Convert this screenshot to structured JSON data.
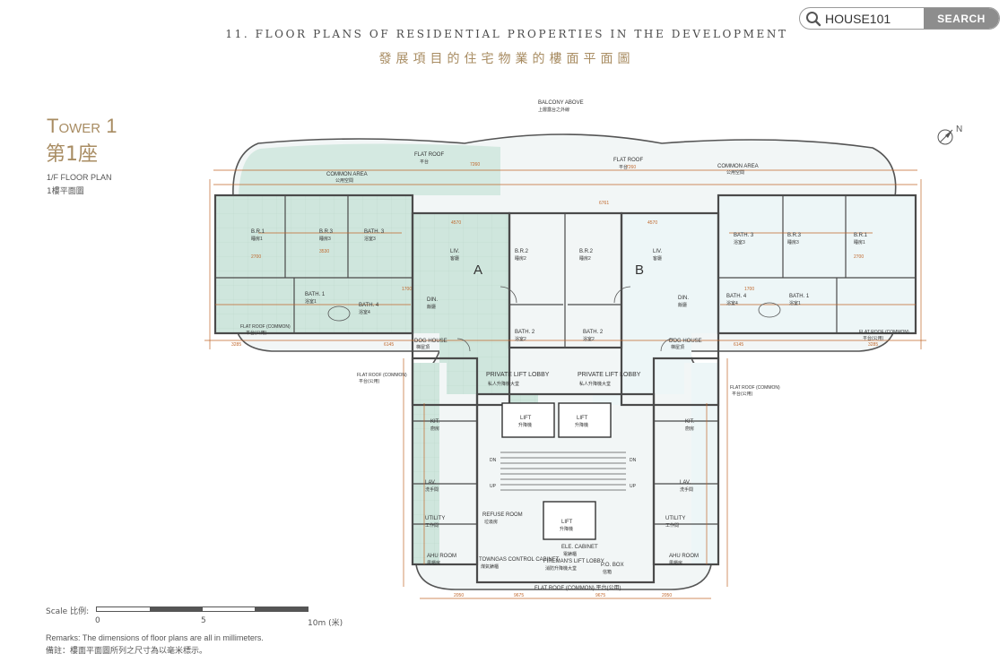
{
  "search": {
    "value": "HOUSE101",
    "button_label": "SEARCH"
  },
  "header": {
    "title_en": "11. FLOOR PLANS OF RESIDENTIAL PROPERTIES IN THE DEVELOPMENT",
    "title_zh": "發展項目的住宅物業的樓面平面圖"
  },
  "tower": {
    "name_en": "Tower 1",
    "name_zh": "第1座",
    "plan_en": "1/F FLOOR PLAN",
    "plan_zh": "1樓平面圖"
  },
  "scale": {
    "label": "Scale 比例:",
    "ticks": [
      "0",
      "5",
      "10m (米)"
    ]
  },
  "remarks": {
    "en": "Remarks: The dimensions of floor plans are all in millimeters.",
    "zh": "備註：樓面平面圖所列之尺寸為以毫米標示。"
  },
  "north_label": "N",
  "plan_labels": {
    "balcony_above": "BALCONY ABOVE",
    "balcony_above_zh": "上層露台之外線",
    "flat_roof": "FLAT ROOF",
    "flat_roof_zh": "平台",
    "common_area": "COMMON AREA",
    "common_area_zh": "公用空間",
    "flat_roof_common": "FLAT ROOF (COMMON)",
    "flat_roof_common_zh": "平台(公用)",
    "unit_a": "A",
    "unit_b": "B",
    "liv": "LIV.",
    "liv_zh": "客廳",
    "din": "DIN.",
    "din_zh": "飯廳",
    "br1": "B.R.1",
    "br1_zh": "睡房1",
    "br2": "B.R.2",
    "br2_zh": "睡房2",
    "br3": "B.R.3",
    "br3_zh": "睡房3",
    "bath1": "BATH. 1",
    "bath1_zh": "浴室1",
    "bath2": "BATH. 2",
    "bath2_zh": "浴室2",
    "bath3": "BATH. 3",
    "bath3_zh": "浴室3",
    "bath4": "BATH. 4",
    "bath4_zh": "浴室4",
    "kit": "KIT.",
    "kit_zh": "廚房",
    "lav": "LAV.",
    "lav_zh": "洗手間",
    "utility": "UTILITY",
    "utility_zh": "工作間",
    "ahu_room": "AHU ROOM",
    "ahu_room_zh": "風櫃房",
    "dog_house": "DOG HOUSE",
    "dog_house_zh": "梯屋頂",
    "private_lift_lobby": "PRIVATE LIFT LOBBY",
    "private_lift_lobby_zh": "私人升降機大堂",
    "lift": "LIFT",
    "lift_zh": "升降機",
    "refuse_room": "REFUSE ROOM",
    "refuse_room_zh": "垃圾房",
    "towngas_cabinet": "TOWNGAS CONTROL CABINET",
    "towngas_cabinet_zh": "煤氣錶櫃",
    "firemans_lift_lobby": "FIREMAN'S LIFT LOBBY",
    "firemans_lift_lobby_zh": "消防升降機大堂",
    "ele_cabinet": "ELE. CABINET",
    "ele_cabinet_zh": "電錶櫃",
    "po_box": "P.O. BOX",
    "po_box_zh": "信箱",
    "flat_roof_common_bottom": "FLAT ROOF (COMMON) 平台(公用)",
    "up": "UP",
    "dn": "DN",
    "dims": [
      "6145",
      "3285",
      "2050",
      "9675",
      "4570",
      "6761",
      "7260",
      "3530",
      "2700",
      "1700"
    ]
  },
  "colors": {
    "accent": "#a88c62",
    "dim": "#c0662a",
    "unit_a_fill": "#cfe6dd",
    "unit_b_fill": "#edf6f7",
    "wall": "#4a4a4a"
  }
}
